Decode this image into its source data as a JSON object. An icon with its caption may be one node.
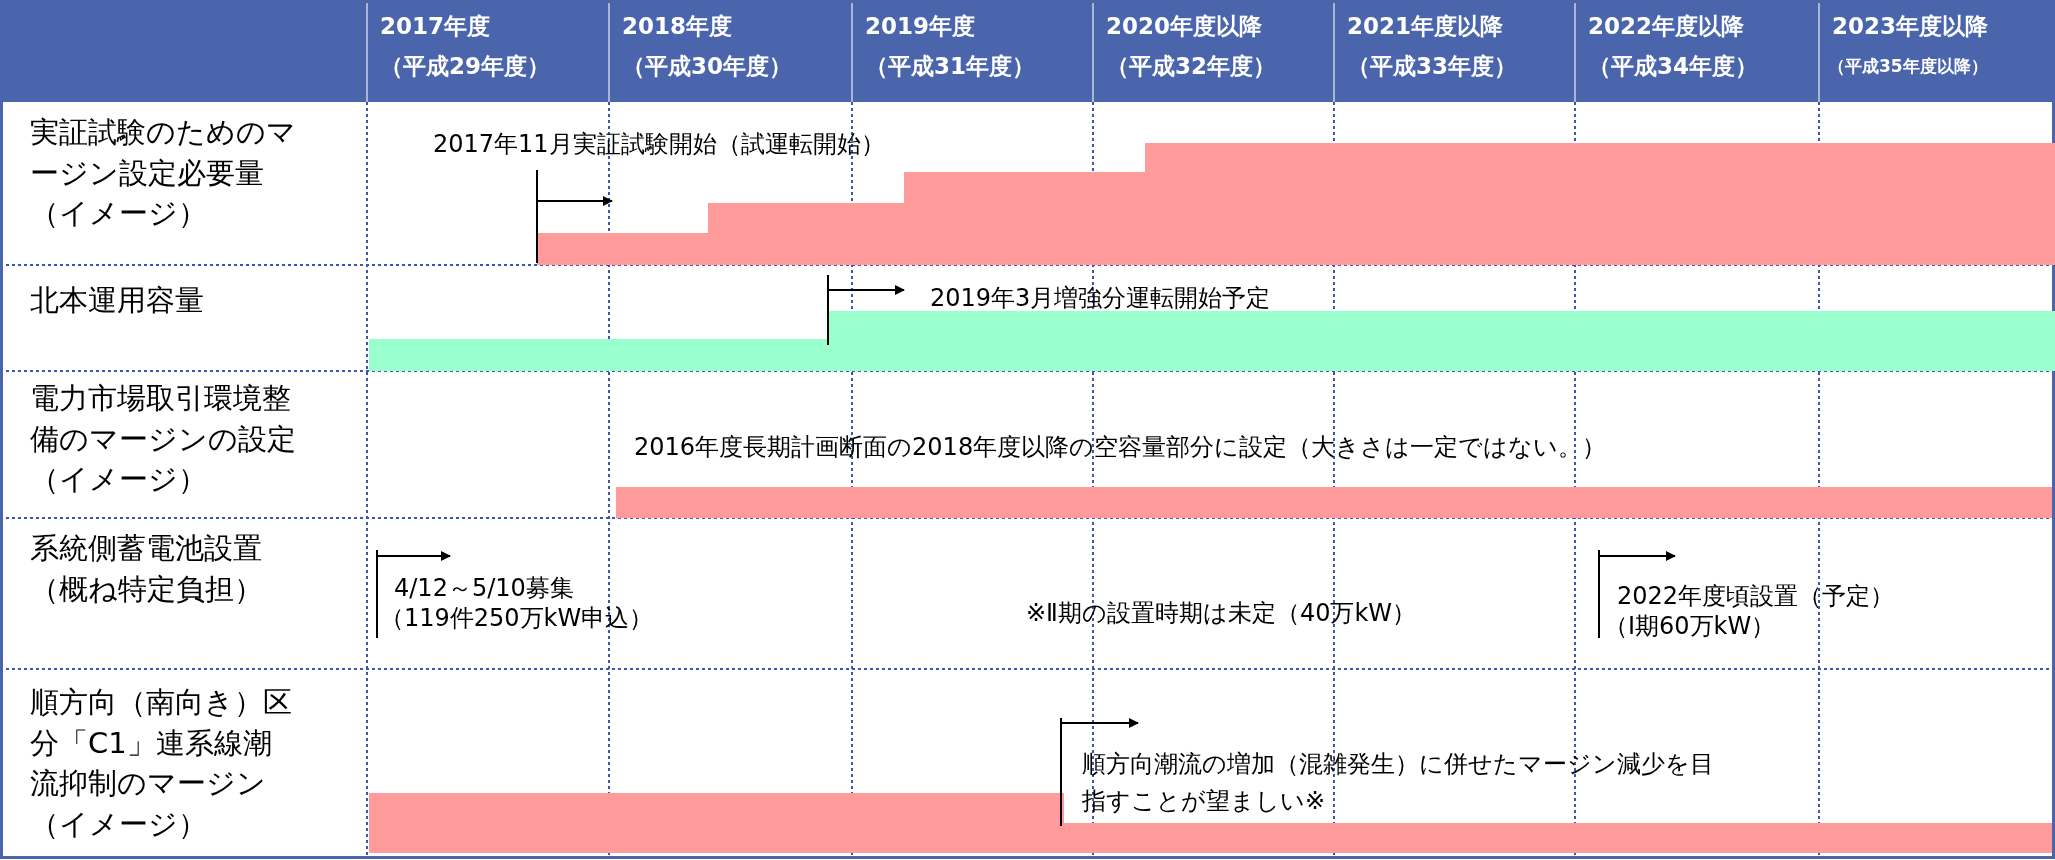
{
  "diagram": {
    "labels": [
      "2017年度",
      "（平成29年度）",
      "2018年度",
      "（平成30年度）",
      "2019年度",
      "（平成31年度）",
      "2020年度以降",
      "（平成32年度）",
      "2021年度以降",
      "（平成33年度）",
      "2022年度以降",
      "（平成34年度）",
      "2023年度以降",
      "（平成35年度以降）",
      "実証試験のためのマージン設定必要量（イメージ）",
      "2017年11月実証試験開始（試運転開始）",
      "北本運用容量",
      "2019年3月増強分運転開始予定",
      "電力市場取引環境整備のマージンの設定（イメージ）",
      "2016年度長期計画断面の2018年度以降の空容量部分に設定（大きさは一定ではない。）",
      "系統側蓄電池設置（概ね特定負担）",
      "4/12～5/10募集",
      "（119件250万kW申込）",
      "※Ⅱ期の設置時期は未定（40万kW）",
      "2022年度頃設置（予定）",
      "（Ⅰ期60万kW）",
      "順方向（南向き）区分「C1」連系線潮流抑制のマージン（イメージ）",
      "順方向潮流の増加（混雑発生）に併せたマージン減少を目指すことが望ましい※"
    ]
  }
}
